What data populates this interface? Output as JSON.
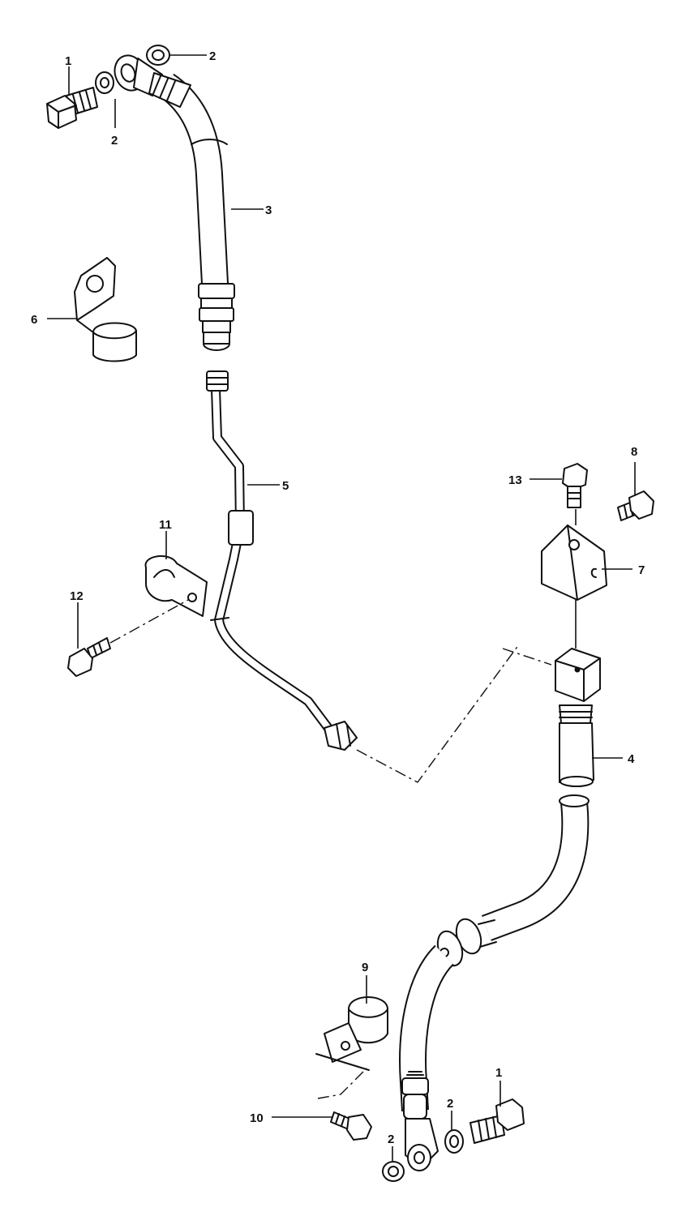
{
  "callouts": [
    {
      "id": "c1a",
      "label": "1"
    },
    {
      "id": "c2a",
      "label": "2"
    },
    {
      "id": "c2b",
      "label": "2"
    },
    {
      "id": "c3",
      "label": "3"
    },
    {
      "id": "c6",
      "label": "6"
    },
    {
      "id": "c5",
      "label": "5"
    },
    {
      "id": "c8",
      "label": "8"
    },
    {
      "id": "c13",
      "label": "13"
    },
    {
      "id": "c11",
      "label": "11"
    },
    {
      "id": "c7",
      "label": "7"
    },
    {
      "id": "c12",
      "label": "12"
    },
    {
      "id": "c4",
      "label": "4"
    },
    {
      "id": "c9",
      "label": "9"
    },
    {
      "id": "c10",
      "label": "10"
    },
    {
      "id": "c2c",
      "label": "2"
    },
    {
      "id": "c1b",
      "label": "1"
    },
    {
      "id": "c2d",
      "label": "2"
    }
  ]
}
